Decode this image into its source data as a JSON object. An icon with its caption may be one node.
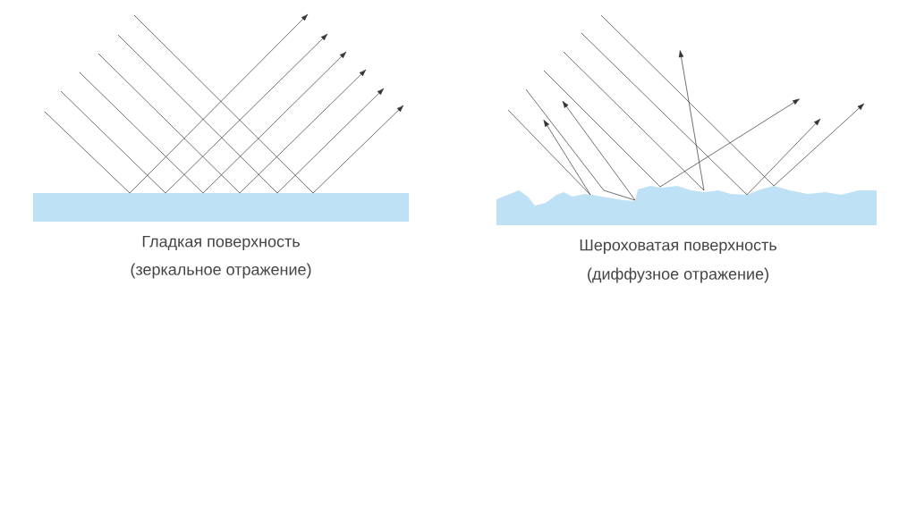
{
  "diagram": {
    "labels": [
      "Гладкая поверхность",
      "(зеркальное отражение)",
      "Шероховатая поверхность",
      "(диффузное отражение)"
    ]
  }
}
